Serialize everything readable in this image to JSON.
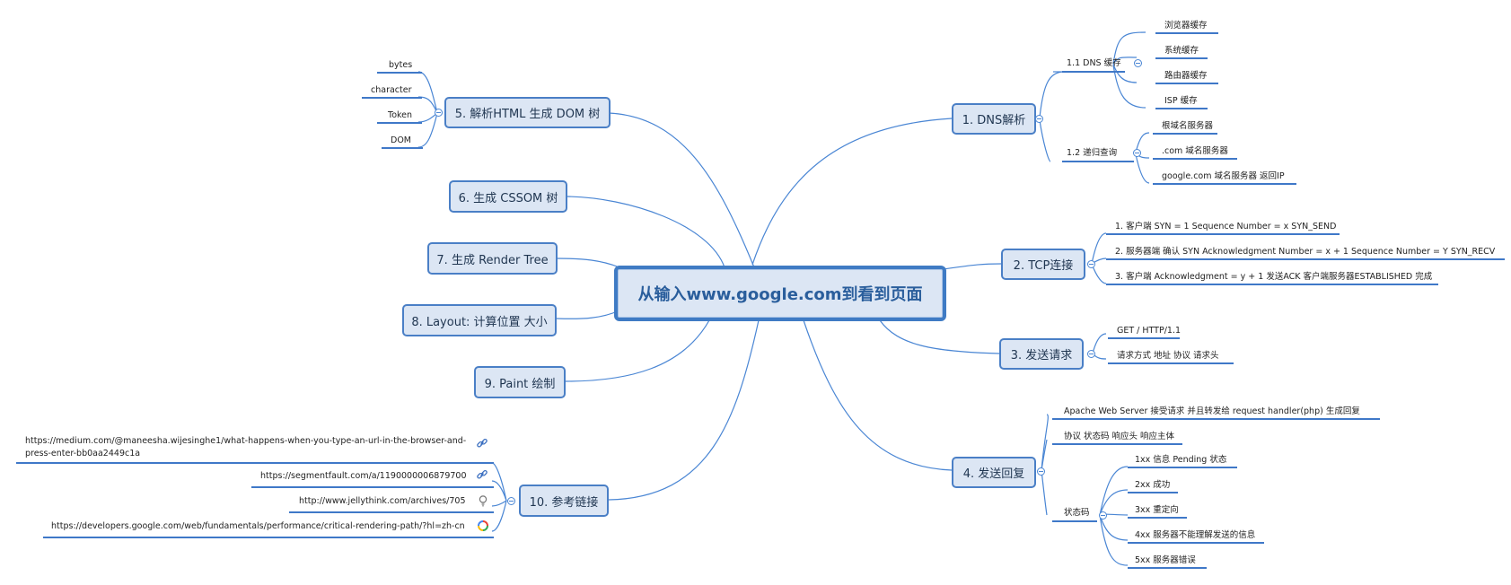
{
  "central": "从输入www.google.com到看到页面",
  "branches": {
    "b1": {
      "label": "1. DNS解析",
      "sub1": {
        "label": "1.1 DNS 缓存",
        "items": [
          "浏览器缓存",
          "系统缓存",
          "路由器缓存",
          "ISP 缓存"
        ]
      },
      "sub2": {
        "label": "1.2 递归查询",
        "items": [
          "根域名服务器",
          ".com 域名服务器",
          "google.com 域名服务器 返回IP"
        ]
      }
    },
    "b2": {
      "label": "2. TCP连接",
      "items": [
        "1. 客户端 SYN = 1  Sequence Number = x SYN_SEND",
        "2. 服务器端 确认 SYN Acknowledgment Number  = x + 1 Sequence Number = Y SYN_RECV",
        "3. 客户端 Acknowledgment = y + 1 发送ACK 客户端服务器ESTABLISHED 完成"
      ]
    },
    "b3": {
      "label": "3. 发送请求",
      "items": [
        "GET / HTTP/1.1",
        "请求方式 地址 协议 请求头"
      ]
    },
    "b4": {
      "label": "4. 发送回复",
      "items": [
        "Apache Web Server 接受请求 并且转发给 request handler(php) 生成回复",
        "协议 状态码 响应头 响应主体"
      ],
      "status": {
        "label": "状态码",
        "items": [
          "1xx 信息   Pending   状态",
          "2xx 成功",
          "3xx 重定向",
          "4xx 服务器不能理解发送的信息",
          "5xx 服务器错误"
        ]
      }
    },
    "b5": {
      "label": "5. 解析HTML 生成 DOM 树",
      "items": [
        "bytes",
        "character",
        "Token",
        "DOM"
      ]
    },
    "b6": {
      "label": "6. 生成 CSSOM 树"
    },
    "b7": {
      "label": "7. 生成 Render Tree"
    },
    "b8": {
      "label": "8. Layout: 计算位置 大小"
    },
    "b9": {
      "label": "9. Paint 绘制"
    },
    "b10": {
      "label": "10. 参考链接",
      "links": [
        {
          "line1": "https://medium.com/@maneesha.wijesinghe1/what-happens-when-you-type-an-url-in-the-browser-and-",
          "line2": "press-enter-bb0aa2449c1a",
          "icon": "link-icon"
        },
        {
          "line1": "https://segmentfault.com/a/1190000006879700",
          "icon": "link-icon"
        },
        {
          "line1": "http://www.jellythink.com/archives/705",
          "icon": "lightbulb-icon"
        },
        {
          "line1": "https://developers.google.com/web/fundamentals/performance/critical-rendering-path/?hl=zh-cn",
          "icon": "google-icon"
        }
      ]
    }
  },
  "colors": {
    "line": "#4a86d4",
    "topic_fill": "#dce6f4",
    "topic_border": "#4a7fc6",
    "underline": "#3f78c8"
  }
}
